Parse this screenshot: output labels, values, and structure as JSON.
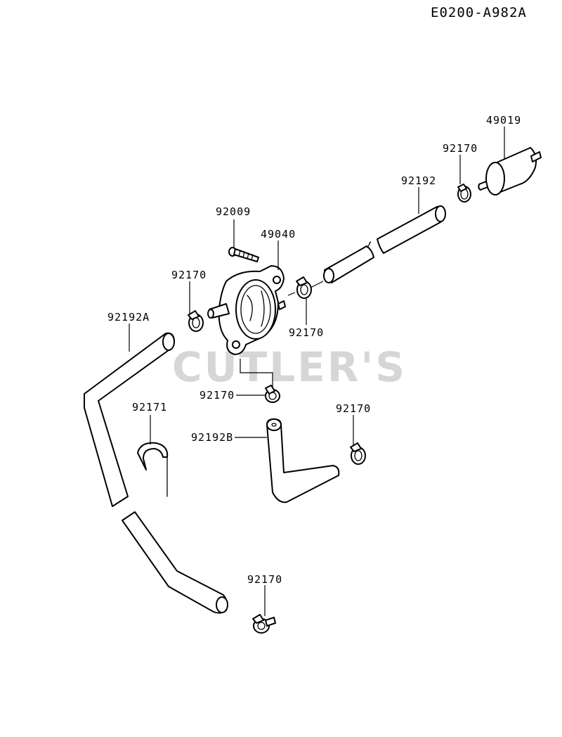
{
  "diagram_code": "E0200-A982A",
  "watermark": "CUTLER'S",
  "labels": {
    "filter": "49019",
    "clamp_filter": "92170",
    "hose_upper": "92192",
    "screw": "92009",
    "pump": "49040",
    "clamp_left": "92170",
    "clamp_right": "92170",
    "hose_a": "92192A",
    "clamp_bottom_pump": "92170",
    "clip": "92171",
    "clamp_b_right": "92170",
    "hose_b": "92192B",
    "clamp_bottom": "92170"
  }
}
